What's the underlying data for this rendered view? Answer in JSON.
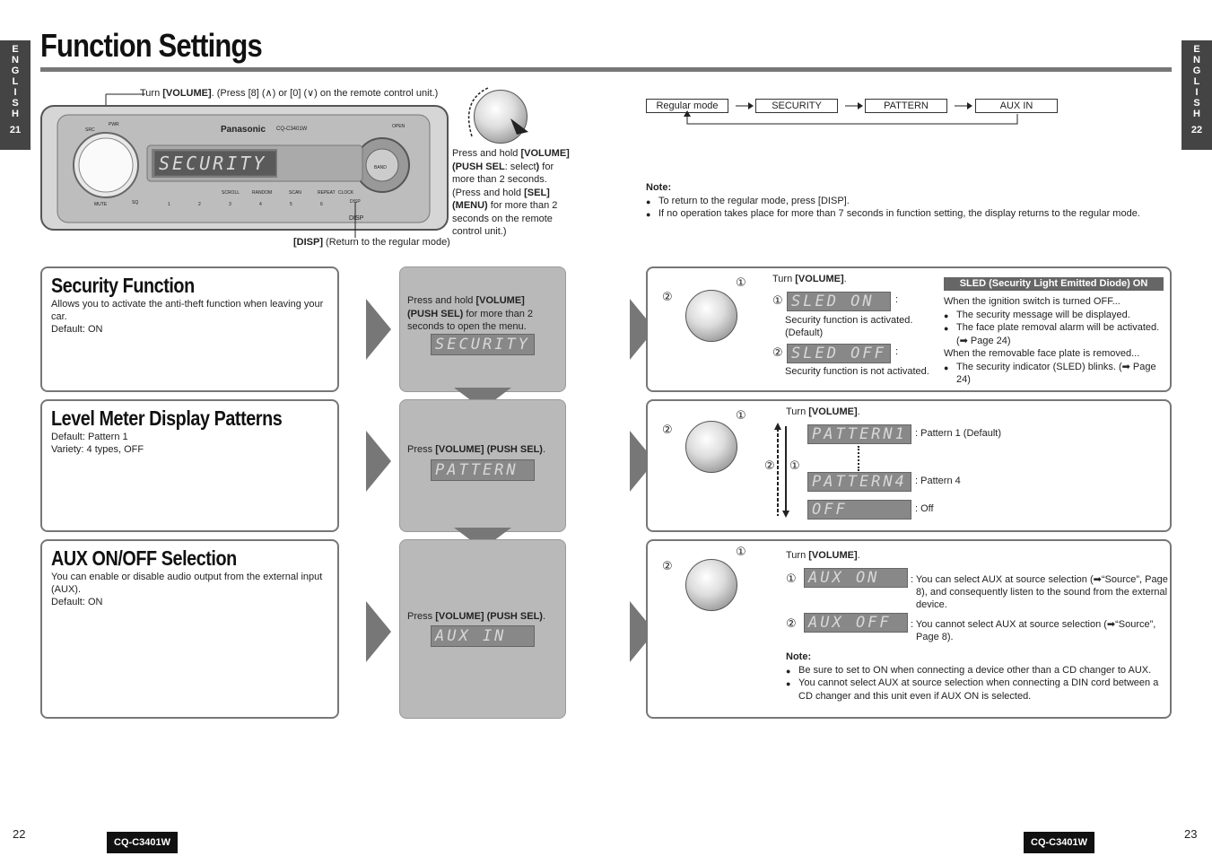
{
  "side_tabs": {
    "left": {
      "letters": [
        "E",
        "N",
        "G",
        "L",
        "I",
        "S",
        "H"
      ],
      "page": "21"
    },
    "right": {
      "letters": [
        "E",
        "N",
        "G",
        "L",
        "I",
        "S",
        "H"
      ],
      "page": "22"
    }
  },
  "page_title": "Function Settings",
  "device": {
    "volume_caption_pre": "Turn ",
    "volume_caption_bold": "[VOLUME]",
    "volume_caption_post": ". (Press [8] (∧) or [0] (∨) on the remote control unit.)",
    "brand": "Panasonic",
    "model_small": "CQ-C3401W",
    "lcd_text": "SECURITY",
    "buttons": [
      "SRC",
      "PWR",
      "MUTE",
      "SQ",
      "1",
      "2",
      "3",
      "4",
      "5",
      "6",
      "DISP",
      "OPEN",
      "BAND"
    ],
    "bottom_labels": [
      "SCROLL",
      "RANDOM",
      "SCAN",
      "REPEAT",
      "CLOCK"
    ],
    "disp_caption_bold": "[DISP]",
    "disp_caption_rest": " (Return to the regular mode)",
    "hold_text": [
      "Press and hold ",
      "[VOLUME]",
      "(PUSH SEL",
      ": select",
      ") for",
      "more than 2 seconds.",
      "(Press and hold ",
      "[SEL]",
      "(MENU)",
      " for more than 2",
      "seconds on the remote",
      "control unit.)"
    ]
  },
  "flow": {
    "items": [
      "Regular mode",
      "SECURITY",
      "PATTERN",
      "AUX IN"
    ]
  },
  "note_top": {
    "label": "Note:",
    "items": [
      "To return to the regular mode, press [DISP].",
      "If no operation takes place for more than 7 seconds in function setting, the display returns to the regular mode."
    ]
  },
  "sections": [
    {
      "title": "Security Function",
      "lines": [
        "Allows you to activate the anti-theft function when leaving your",
        "car.",
        "Default: ON"
      ]
    },
    {
      "title": "Level Meter Display Patterns",
      "lines": [
        "Default: Pattern 1",
        "Variety: 4 types, OFF"
      ]
    },
    {
      "title": "AUX ON/OFF Selection",
      "lines": [
        "You can enable or disable audio output from the external input",
        "(AUX).",
        "Default: ON"
      ]
    }
  ],
  "steps": [
    {
      "pre": "Press and hold ",
      "bold": "[VOLUME]",
      "line2_bold": "(PUSH SEL)",
      "line2": " for more than 2",
      "line3": "seconds to open the menu.",
      "lcd": "SECURITY"
    },
    {
      "pre": "Press ",
      "bold": "[VOLUME] (PUSH SEL)",
      "post": ".",
      "lcd": "PATTERN"
    },
    {
      "pre": "Press ",
      "bold": "[VOLUME] (PUSH SEL)",
      "post": ".",
      "lcd": "AUX IN"
    }
  ],
  "security_detail": {
    "turn_pre": "Turn ",
    "turn_bold": "[VOLUME]",
    "turn_post": ".",
    "opt1_lcd": "SLED ON",
    "opt1_desc": [
      "Security function is activated.",
      "(Default)"
    ],
    "opt2_lcd": "SLED OFF",
    "opt2_desc": "Security function is not activated.",
    "sled_header": "SLED (Security Light Emitted Diode) ON",
    "sled_text": [
      "When the ignition switch is turned OFF...",
      "When the removable face plate is removed..."
    ],
    "sled_bullets1": [
      "The security message will be displayed.",
      "The face plate removal alarm will be activated. (➡ Page 24)"
    ],
    "sled_bullets2": [
      "The security indicator (SLED) blinks. (➡ Page 24)"
    ]
  },
  "pattern_detail": {
    "turn_pre": "Turn ",
    "turn_bold": "[VOLUME]",
    "turn_post": ".",
    "rows": [
      {
        "lcd": "PATTERN1",
        "desc": ": Pattern 1 (Default)"
      },
      {
        "lcd": "PATTERN4",
        "desc": ": Pattern 4"
      },
      {
        "lcd": "OFF",
        "desc": ": Off"
      }
    ]
  },
  "aux_detail": {
    "turn_pre": "Turn ",
    "turn_bold": "[VOLUME]",
    "turn_post": ".",
    "opt1_lcd": "AUX ON",
    "opt1_desc": [
      ": You can select AUX at source selection (➡“Source”, Page",
      "8), and consequently listen to the sound from the external",
      "device."
    ],
    "opt2_lcd": "AUX OFF",
    "opt2_desc": [
      ": You cannot select AUX at source selection (➡“Source”,",
      "Page 8)."
    ],
    "note_label": "Note:",
    "notes": [
      "Be sure to set to ON when connecting a device other than a CD changer to AUX.",
      "You cannot select AUX at source selection when connecting a DIN cord between a CD changer and this unit even if AUX ON is selected."
    ]
  },
  "footer": {
    "left_page": "22",
    "right_page": "23",
    "model": "CQ-C3401W"
  },
  "circled": {
    "one": "①",
    "two": "②"
  }
}
